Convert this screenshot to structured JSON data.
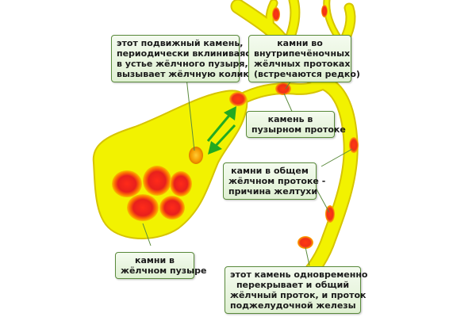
{
  "labels": {
    "mobile_stone": [
      "этот подвижный камень,",
      "периодически вклиниваясь",
      "в устье жёлчного пузыря,",
      "вызывает жёлчную колику"
    ],
    "intrahepatic": [
      "камни во",
      "внутрипечёночных",
      "жёлчных протоках",
      "(встречаются редко)"
    ],
    "cystic_duct": [
      "камень в",
      "пузырном протоке"
    ],
    "common_duct": [
      "камни в общем",
      "жёлчном протоке -",
      "причина желтухи"
    ],
    "gallbladder": [
      "камни в",
      "жёлчном пузыре"
    ],
    "pancreatic": [
      "этот камень одновременно",
      "перекрывает и общий",
      "жёлчный проток, и проток",
      "поджелудочной железы"
    ]
  },
  "colors": {
    "bile": "#f2f200",
    "bile_edge": "#d6c400",
    "stone": "#e8201c",
    "stone_halo": "#f5a300",
    "arrow": "#22aa22",
    "callout_border": "#5a8a3c",
    "callout_fill": "#e8f5df",
    "leader": "#5a8a3c"
  },
  "icons": {
    "movement_arrows": "double-arrow-icon"
  }
}
